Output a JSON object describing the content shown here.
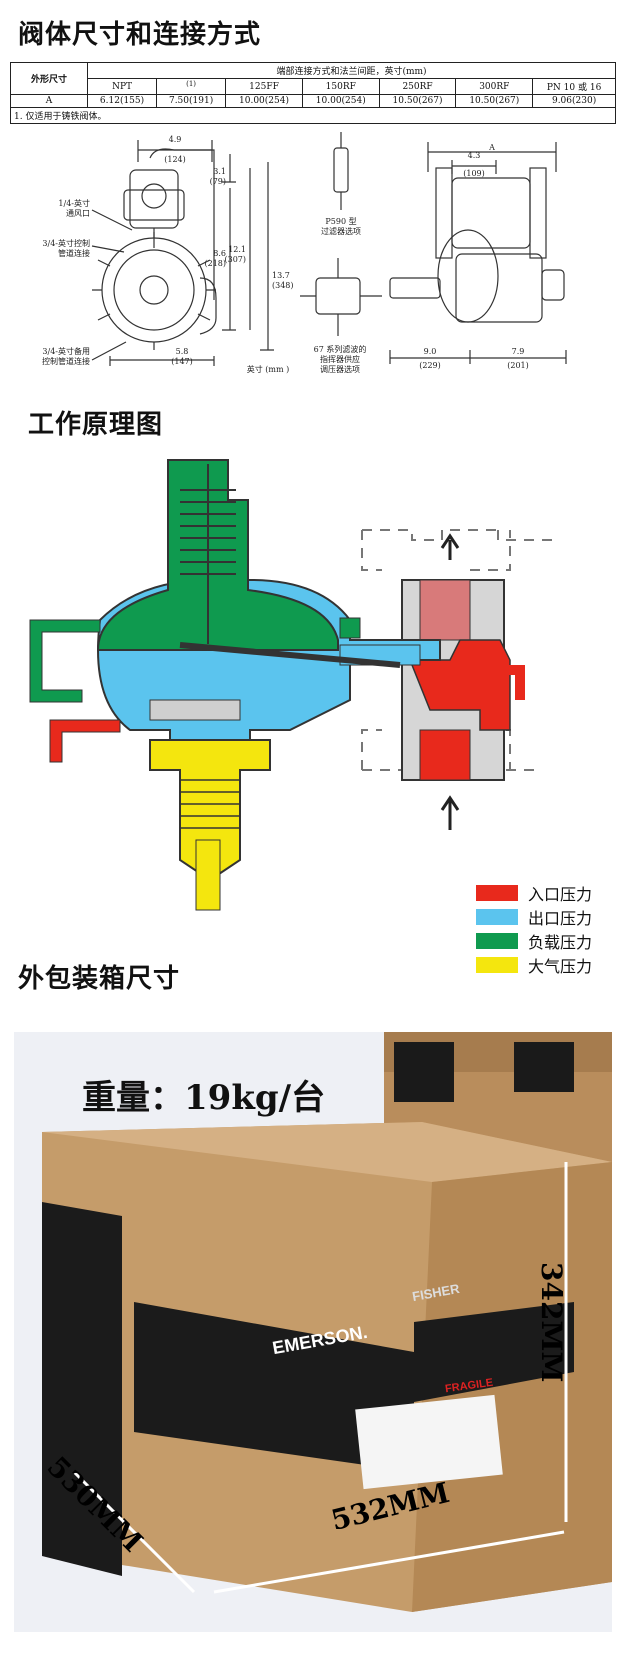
{
  "sections": {
    "s1_title": "阀体尺寸和连接方式",
    "s2_title": "工作原理图",
    "s3_title": "外包装箱尺寸"
  },
  "table": {
    "row_header": "外形尺寸",
    "group_header": "端部连接方式和法兰间距，英寸(mm)",
    "columns": [
      "NPT",
      "(1)",
      "125FF",
      "150RF",
      "250RF",
      "300RF",
      "PN 10 或 16"
    ],
    "row_label": "A",
    "row_values": [
      "6.12(155)",
      "7.50(191)",
      "10.00(254)",
      "10.00(254)",
      "10.50(267)",
      "10.50(267)",
      "9.06(230)"
    ],
    "footnote": "1.  仅适用于铸铁阀体。"
  },
  "dimension_drawing": {
    "d1": "4.9",
    "d1mm": "(124)",
    "d2": "3.1",
    "d2mm": "(79)",
    "d3": "8.6",
    "d3mm": "(218)",
    "d4": "12.1",
    "d4mm": "(307)",
    "d5": "13.7",
    "d5mm": "(348)",
    "d6": "5.8",
    "d6mm": "(147)",
    "d7": "4.3",
    "d7mm": "(109)",
    "d8": "9.0",
    "d8mm": "(229)",
    "d9": "7.9",
    "d9mm": "(201)",
    "dimA": "A",
    "vent_l1": "1/4-英寸",
    "vent_l2": "通风口",
    "ctrl_l1": "3/4-英寸控制",
    "ctrl_l2": "管道连接",
    "spare_l1": "3/4-英寸备用",
    "spare_l2": "控制管道连接",
    "p590_l1": "P590 型",
    "p590_l2": "过滤器选项",
    "r67_l1": "67 系列滤波的",
    "r67_l2": "指挥器供应",
    "r67_l3": "调压器选项",
    "units": "英寸 (mm )"
  },
  "legend": [
    {
      "label": "入口压力",
      "color": "#e8291c"
    },
    {
      "label": "出口压力",
      "color": "#5bc4ee"
    },
    {
      "label": "负载压力",
      "color": "#0f9a4f"
    },
    {
      "label": "大气压力",
      "color": "#f4e60e"
    }
  ],
  "box": {
    "weight": "重量：19kg/台",
    "dim_length": "530MM",
    "dim_width": "532MM",
    "dim_height": "342MM",
    "brand": "EMERSON.",
    "brand2": "FISHER",
    "fragile": "FRAGILE"
  },
  "colors": {
    "inlet": "#e8291c",
    "outlet": "#5bc4ee",
    "loading": "#0f9a4f",
    "atmospheric": "#f4e60e",
    "box": "#c59c6a"
  }
}
